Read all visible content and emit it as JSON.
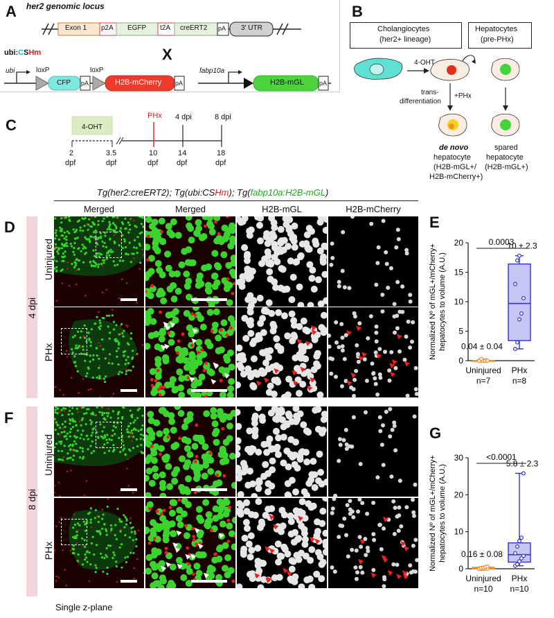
{
  "panelA": {
    "letter": "A",
    "title": "her2 genomic locus",
    "exon1": "Exon 1",
    "p2a": "p2A",
    "egfp": "EGFP",
    "t2a": "t2A",
    "creert2": "creERT2",
    "pa": "pA",
    "utr": "3' UTR",
    "ubi_title_a": "ubi:",
    "ubi_title_c": "C",
    "ubi_title_s": "S",
    "ubi_title_hm": "Hm",
    "cross": "X",
    "ubi": "ubi",
    "loxp1": "loxP",
    "loxp2": "loxP",
    "cfp": "CFP",
    "h2bmcherry": "H2B-mCherry",
    "fabp10a": "fabp10a",
    "h2bmgl": "H2B-mGL"
  },
  "panelB": {
    "letter": "B",
    "chol_title_1": "Cholangiocytes",
    "chol_title_2": "(her2+ lineage)",
    "hep_title_1": "Hepatocytes",
    "hep_title_2": "(pre-PHx)",
    "ohtn": "4-OHT",
    "trans_1": "trans-",
    "trans_2": "differentiation",
    "phx": "+PHx",
    "denovo_1": "de novo",
    "denovo_2": "hepatocyte",
    "denovo_3": "(H2B-mGL+/",
    "denovo_4": "H2B-mCherry+)",
    "spared_1": "spared",
    "spared_2": "hepatocyte",
    "spared_3": "(H2B-mGL+)"
  },
  "panelC": {
    "letter": "C",
    "ohtn": "4-OHT",
    "phx": "PHx",
    "dpi4": "4 dpi",
    "dpi8": "8 dpi",
    "ticks": [
      {
        "num": "2",
        "unit": "dpf"
      },
      {
        "num": "3.5",
        "unit": "dpf"
      },
      {
        "num": "10",
        "unit": "dpf"
      },
      {
        "num": "14",
        "unit": "dpf"
      },
      {
        "num": "18",
        "unit": "dpf"
      }
    ]
  },
  "genotype": {
    "part1": "Tg(her2:creERT2); Tg(ubi:CS",
    "part2": "Hm",
    "part3": "); Tg(",
    "part4": "fabp10a:H2B-mGL",
    "part5": ")"
  },
  "columns": [
    "Merged",
    "Merged",
    "H2B-mGL",
    "H2B-mCherry"
  ],
  "panelD": {
    "letter": "D",
    "timepoint": "4 dpi",
    "row1": "Uninjured",
    "row2": "PHx"
  },
  "panelF": {
    "letter": "F",
    "timepoint": "8 dpi",
    "row1": "Uninjured",
    "row2": "PHx"
  },
  "footer": "Single z-plane",
  "colors": {
    "green": "#22c02a",
    "red": "#e02020",
    "orange": "#f08a24",
    "blue": "#3333cc",
    "pink": "#f2d6da"
  },
  "chart_data": [
    {
      "type": "box",
      "panel": "E",
      "ylabel": "Normalized Nº of mGL+/mCherry+ hepatocytes to volume (A.U.)",
      "ylabel_1": "Normalized Nº of mGL+/mCherry+",
      "ylabel_2": "hepatocytes to volume (A.U.)",
      "ylim": [
        0,
        20
      ],
      "yticks": [
        "0",
        "5",
        "10",
        "15",
        "20"
      ],
      "categories": [
        "Uninjured",
        "PHx"
      ],
      "n_labels": [
        "n=7",
        "n=8"
      ],
      "pvalue": "0.0003",
      "means": [
        "0.04 ± 0.04",
        "10 ± 2.3"
      ],
      "series": [
        {
          "name": "Uninjured",
          "values": [
            0,
            0,
            0,
            0,
            0,
            0,
            0.3
          ]
        },
        {
          "name": "PHx",
          "values": [
            2.0,
            3.1,
            7.0,
            8.0,
            10.6,
            13.0,
            17.0,
            17.8
          ]
        }
      ],
      "boxes": [
        {
          "min": 0,
          "q1": 0,
          "median": 0,
          "q3": 0,
          "max": 0.3
        },
        {
          "min": 2.0,
          "q1": 3.4,
          "median": 9.7,
          "q3": 16.4,
          "max": 17.8
        }
      ]
    },
    {
      "type": "box",
      "panel": "G",
      "ylabel": "Normalized Nº of mGL+/mCherry+ hepatocytes to volume (A.U.)",
      "ylabel_1": "Normalized Nº of mGL+/mCherry+",
      "ylabel_2": "hepatocytes to volume (A.U.)",
      "ylim": [
        0,
        30
      ],
      "yticks": [
        "0",
        "10",
        "20",
        "30"
      ],
      "categories": [
        "Uninjured",
        "PHx"
      ],
      "n_labels": [
        "n=10",
        "n=10"
      ],
      "pvalue": "<0.0001",
      "means": [
        "0.16 ± 0.08",
        "5.8 ± 2.3"
      ],
      "series": [
        {
          "name": "Uninjured",
          "values": [
            0,
            0,
            0,
            0,
            0,
            0,
            0.2,
            0.3,
            0.5,
            0.6
          ]
        },
        {
          "name": "PHx",
          "values": [
            0.8,
            1.2,
            2.0,
            2.8,
            3.5,
            4.2,
            6.0,
            7.5,
            8.4,
            25.8
          ]
        }
      ],
      "boxes": [
        {
          "min": 0,
          "q1": 0,
          "median": 0.1,
          "q3": 0.4,
          "max": 0.6
        },
        {
          "min": 0.8,
          "q1": 1.8,
          "median": 3.8,
          "q3": 7.0,
          "max": 25.8
        }
      ]
    }
  ]
}
